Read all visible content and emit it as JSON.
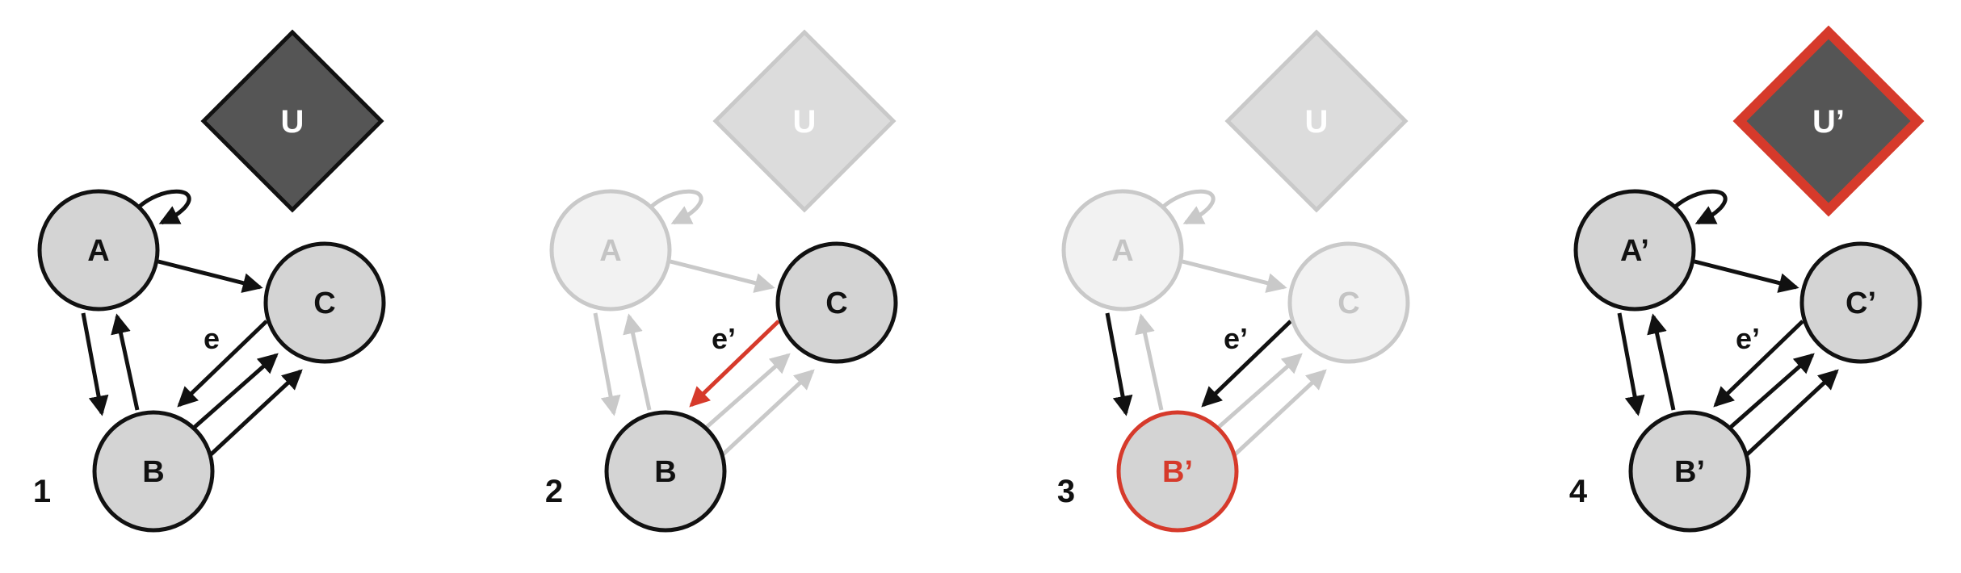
{
  "panels": [
    {
      "number": "1",
      "edge_label": "e",
      "nodes": {
        "U": {
          "label": "U",
          "state": "dark"
        },
        "A": {
          "label": "A",
          "state": "normal"
        },
        "B": {
          "label": "B",
          "state": "normal"
        },
        "C": {
          "label": "C",
          "state": "normal"
        }
      },
      "edges": {
        "self_A": "normal",
        "A_to_C": "normal",
        "A_to_B": "normal",
        "B_to_A": "normal",
        "C_to_B": "normal",
        "B_to_C_1": "normal",
        "B_to_C_2": "normal"
      }
    },
    {
      "number": "2",
      "edge_label": "e’",
      "nodes": {
        "U": {
          "label": "U",
          "state": "faded"
        },
        "A": {
          "label": "A",
          "state": "faded"
        },
        "B": {
          "label": "B",
          "state": "normal"
        },
        "C": {
          "label": "C",
          "state": "normal"
        }
      },
      "edges": {
        "self_A": "faded",
        "A_to_C": "faded",
        "A_to_B": "faded",
        "B_to_A": "faded",
        "C_to_B": "highlight",
        "B_to_C_1": "faded",
        "B_to_C_2": "faded"
      }
    },
    {
      "number": "3",
      "edge_label": "e’",
      "nodes": {
        "U": {
          "label": "U",
          "state": "faded"
        },
        "A": {
          "label": "A",
          "state": "faded"
        },
        "B": {
          "label": "B’",
          "state": "highlight"
        },
        "C": {
          "label": "C",
          "state": "faded"
        }
      },
      "edges": {
        "self_A": "faded",
        "A_to_C": "faded",
        "A_to_B": "normal",
        "B_to_A": "faded",
        "C_to_B": "normal",
        "B_to_C_1": "faded",
        "B_to_C_2": "faded"
      }
    },
    {
      "number": "4",
      "edge_label": "e’",
      "nodes": {
        "U": {
          "label": "U’",
          "state": "dark-highlight"
        },
        "A": {
          "label": "A’",
          "state": "normal"
        },
        "B": {
          "label": "B’",
          "state": "normal"
        },
        "C": {
          "label": "C’",
          "state": "normal"
        }
      },
      "edges": {
        "self_A": "normal",
        "A_to_C": "normal",
        "A_to_B": "normal",
        "B_to_A": "normal",
        "C_to_B": "normal",
        "B_to_C_1": "normal",
        "B_to_C_2": "normal"
      }
    }
  ],
  "colors": {
    "node_fill": "#d4d4d4",
    "node_stroke": "#111111",
    "faded_fill": "#f2f2f2",
    "faded_stroke": "#c9c9c9",
    "faded_text": "#c4c4c4",
    "dark_fill": "#555555",
    "highlight": "#d63a2b",
    "diamond_faded_fill": "#dcdcdc",
    "diamond_faded_stroke": "#c9c9c9"
  }
}
